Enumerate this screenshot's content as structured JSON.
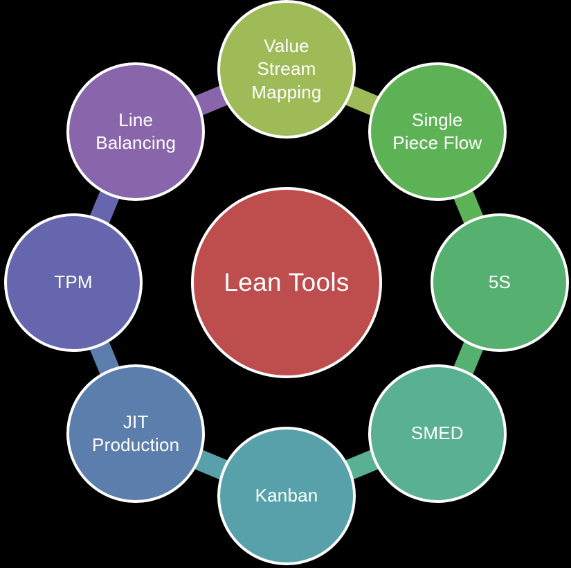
{
  "diagram": {
    "type": "cycle",
    "background_color": "#000000",
    "text_color": "#ffffff",
    "border_color": "#ffffff",
    "center": {
      "label": "Lean Tools",
      "color": "#be4d4e"
    },
    "nodes": [
      {
        "id": "value-stream-mapping",
        "label": "Value\nStream\nMapping",
        "color": "#9ebb57",
        "angle": -90
      },
      {
        "id": "single-piece-flow",
        "label": "Single\nPiece Flow",
        "color": "#5db255",
        "angle": -45
      },
      {
        "id": "5s",
        "label": "5S",
        "color": "#56b06f",
        "angle": 0
      },
      {
        "id": "smed",
        "label": "SMED",
        "color": "#5ab093",
        "angle": 45
      },
      {
        "id": "kanban",
        "label": "Kanban",
        "color": "#58a1aa",
        "angle": 90
      },
      {
        "id": "jit-production",
        "label": "JIT\nProduction",
        "color": "#5c7ead",
        "angle": 135
      },
      {
        "id": "tpm",
        "label": "TPM",
        "color": "#6566ad",
        "angle": 180
      },
      {
        "id": "line-balancing",
        "label": "Line\nBalancing",
        "color": "#8966ac",
        "angle": 225
      }
    ]
  }
}
